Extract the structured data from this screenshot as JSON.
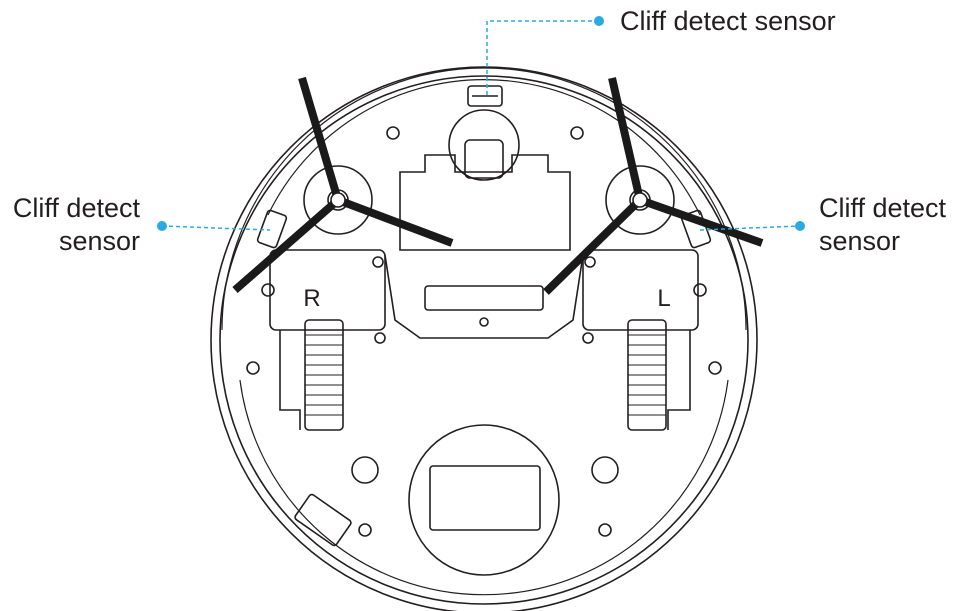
{
  "labels": {
    "top": "Cliff detect sensor",
    "left_line1": "Cliff detect",
    "left_line2": "sensor",
    "right_line1": "Cliff detect",
    "right_line2": "sensor"
  },
  "wheel_marks": {
    "right_wheel": "R",
    "left_wheel": "L"
  },
  "colors": {
    "outline": "#231f20",
    "leader": "#29abe2",
    "brush": "#1a1a1a"
  }
}
